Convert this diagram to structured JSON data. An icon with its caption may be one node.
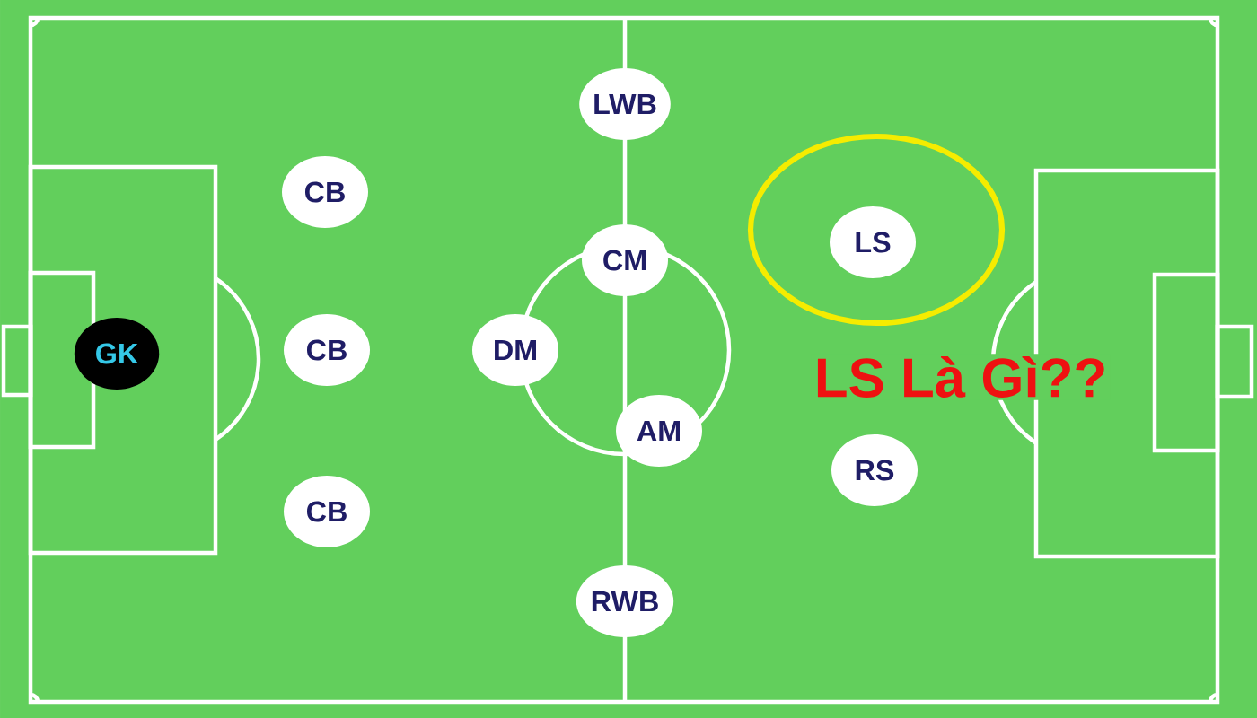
{
  "diagram": {
    "title": "LS Là Gì??",
    "nodes": [
      {
        "text": [
          "GK"
        ]
      },
      {
        "text": [
          "CB"
        ]
      },
      {
        "text": [
          "CB"
        ]
      },
      {
        "text": [
          "CB"
        ]
      },
      {
        "text": [
          "LWB"
        ]
      },
      {
        "text": [
          "CM"
        ]
      },
      {
        "text": [
          "DM"
        ]
      },
      {
        "text": [
          "AM"
        ]
      },
      {
        "text": [
          "RWB"
        ]
      },
      {
        "text": [],
        "shape": "circle"
      },
      {
        "text": [
          "LS"
        ],
        "in": 9
      },
      {
        "text": [
          "RS"
        ]
      }
    ]
  }
}
